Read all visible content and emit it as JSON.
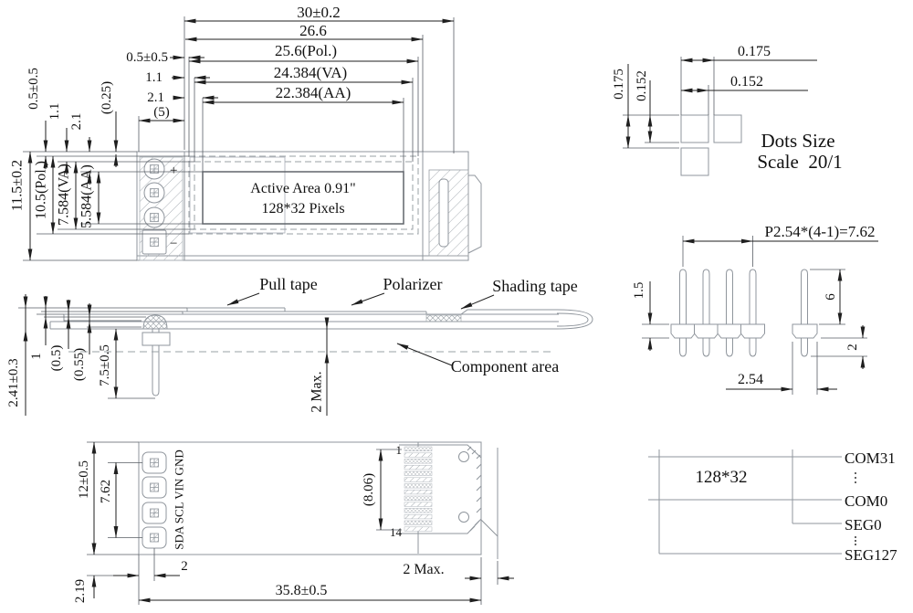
{
  "front": {
    "w_overall": "30±0.2",
    "w_glass": "26.6",
    "w_pol": "25.6(Pol.)",
    "w_va": "24.384(VA)",
    "w_aa": "22.384(AA)",
    "off_pol_h": "0.5±0.5",
    "off_va_h": "1.1",
    "off_aa_h": "2.1",
    "pcb_left": "(5)",
    "gap_top": "(0.25)",
    "h_overall": "11.5±0.2",
    "h_pol": "10.5(Pol.)",
    "h_va": "7.584(VA)",
    "h_aa": "5.584(AA)",
    "off_pol_v": "0.5±0.5",
    "off_va_v": "1.1",
    "off_aa_v": "2.1",
    "aa_line1": "Active Area 0.91\"",
    "aa_line2": "128*32 Pixels",
    "plus": "+",
    "minus": "−"
  },
  "side": {
    "pull_tape": "Pull tape",
    "polarizer": "Polarizer",
    "shading_tape": "Shading tape",
    "component_area": "Component area",
    "thickness": "2.41±0.3",
    "tape": "1",
    "pol_t": "(0.5)",
    "glass_t": "(0.55)",
    "pin_len": "7.5±0.5",
    "comp_max": "2 Max."
  },
  "dots": {
    "pitch_h": "0.175",
    "dot_h": "0.152",
    "pitch_v": "0.175",
    "dot_v": "0.152",
    "title1": "Dots Size",
    "title2": "Scale  20/1"
  },
  "header": {
    "pitch_total": "P2.54*(4-1)=7.62",
    "base_h": "1.5",
    "pin_top": "6",
    "pin_bot": "2",
    "pitch": "2.54"
  },
  "back": {
    "height": "12±0.5",
    "pad_span": "7.62",
    "pad_bot": "2.19",
    "pad_left": "2",
    "width": "35.8±0.5",
    "fpc_max": "2 Max.",
    "pads": "SDA SCL VIN GND",
    "pin1": "1",
    "pin14": "14",
    "fpc_span": "(8.06)"
  },
  "map": {
    "matrix": "128*32",
    "com31": "COM31",
    "com0": "COM0",
    "seg0": "SEG0",
    "seg127": "SEG127"
  }
}
